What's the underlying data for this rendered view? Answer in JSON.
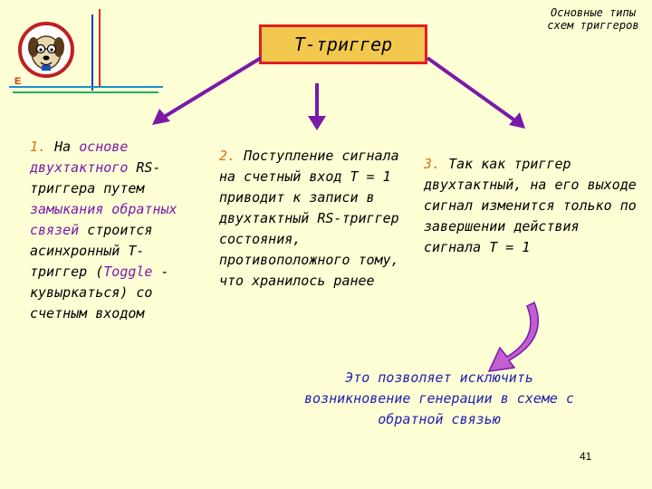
{
  "header": {
    "title": "T-триггер",
    "corner_note": "Основные типы схем триггеров"
  },
  "logo": {
    "letter": "E"
  },
  "columns": [
    {
      "number": "1.",
      "parts": [
        {
          "text": " На ",
          "style": "plain"
        },
        {
          "text": "основе двухтактного",
          "style": "purple"
        },
        {
          "text": " RS-триггера путем ",
          "style": "plain"
        },
        {
          "text": "замыкания обратных связей",
          "style": "purple"
        },
        {
          "text": " строится асинхронный T-триггер (",
          "style": "plain"
        },
        {
          "text": "Toggle",
          "style": "purple"
        },
        {
          "text": " - кувыркаться) со счетным входом",
          "style": "plain"
        }
      ]
    },
    {
      "number": "2.",
      "text": " Поступление сигнала на счетный вход T = 1 приводит к записи в двухтактный RS-триггер состояния, противоположного тому, что хранилось ранее"
    },
    {
      "number": "3.",
      "text": " Так как триггер двухтактный, на его выходе сигнал изменится только по завершении действия сигнала T = 1"
    }
  ],
  "conclusion": "Это позволяет исключить возникновение генерации в схеме с обратной связью",
  "page_number": "41",
  "colors": {
    "background": "#ffffd6",
    "title_fill": "#f2c94e",
    "title_border": "#e02020",
    "arrow": "#7a1aa8",
    "number": "#e07010",
    "conclusion": "#2020b0"
  }
}
